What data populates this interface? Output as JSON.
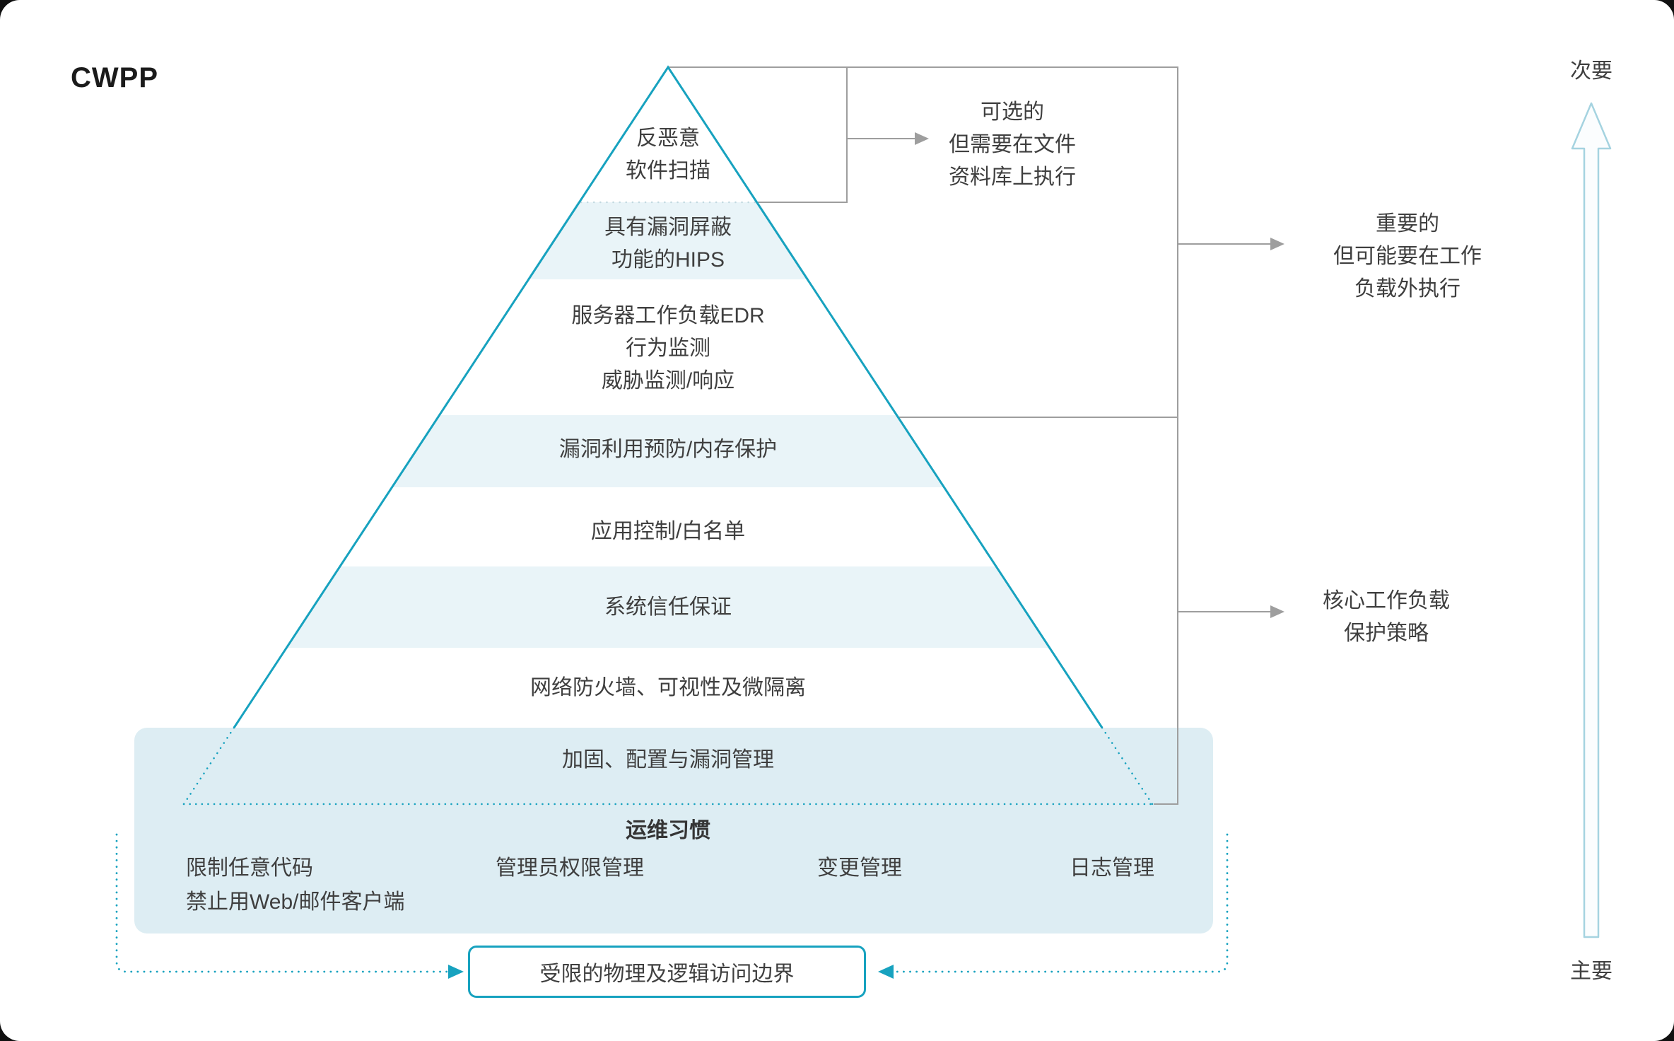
{
  "title": "CWPP",
  "colors": {
    "teal": "#17a2bf",
    "band_tint": "#e9f4f8",
    "ops_box_fill": "#ddedf3",
    "gray_line": "#9e9e9e",
    "text": "#3f3f3f",
    "axis_arrow_outline": "#a5d3e0"
  },
  "pyramid": {
    "layers": [
      {
        "lines": [
          "反恶意",
          "软件扫描"
        ]
      },
      {
        "lines": [
          "具有漏洞屏蔽",
          "功能的HIPS"
        ]
      },
      {
        "lines": [
          "服务器工作负载EDR",
          "行为监测",
          "威胁监测/响应"
        ]
      },
      {
        "lines": [
          "漏洞利用预防/内存保护"
        ]
      },
      {
        "lines": [
          "应用控制/白名单"
        ]
      },
      {
        "lines": [
          "系统信任保证"
        ]
      },
      {
        "lines": [
          "网络防火墙、可视性及微隔离"
        ]
      },
      {
        "lines": [
          "加固、配置与漏洞管理"
        ]
      }
    ]
  },
  "annotations": [
    {
      "lines": [
        "可选的",
        "但需要在文件",
        "资料库上执行"
      ]
    },
    {
      "lines": [
        "重要的",
        "但可能要在工作",
        "负载外执行"
      ]
    },
    {
      "lines": [
        "核心工作负载",
        "保护策略"
      ]
    }
  ],
  "ops": {
    "title": "运维习惯",
    "items": [
      "限制任意代码",
      "管理员权限管理",
      "变更管理",
      "日志管理"
    ],
    "note": "禁止用Web/邮件客户端"
  },
  "boundary": {
    "label": "受限的物理及逻辑访问边界"
  },
  "axis": {
    "top": "次要",
    "bottom": "主要"
  }
}
